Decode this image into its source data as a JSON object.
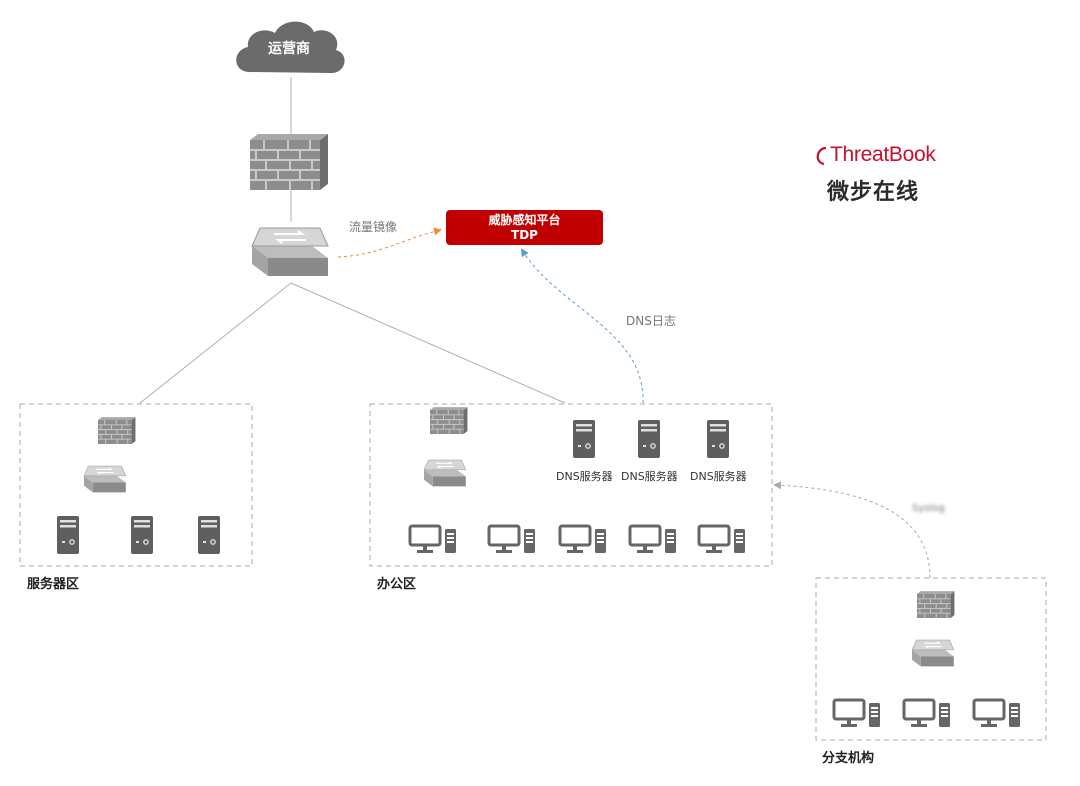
{
  "isp": {
    "label": "运营商"
  },
  "mirror": {
    "label": "流量镜像"
  },
  "tdp": {
    "line1": "威胁感知平台",
    "line2": "TDP"
  },
  "dns_log": {
    "label": "DNS日志"
  },
  "branch_link": {
    "label": "Syslog"
  },
  "brand": {
    "en_prefix": "C",
    "en_rest": "ThreatBook",
    "cn": "微步在线"
  },
  "zones": {
    "server": {
      "label": "服务器区"
    },
    "office": {
      "label": "办公区",
      "dns_servers": [
        "DNS服务器",
        "DNS服务器",
        "DNS服务器"
      ]
    },
    "branch": {
      "label": "分支机构"
    }
  },
  "colors": {
    "accent": "#c00000",
    "mirror_line": "#f08a3c",
    "dns_line": "#5b9bd5",
    "branch_line": "#aaaaaa"
  }
}
